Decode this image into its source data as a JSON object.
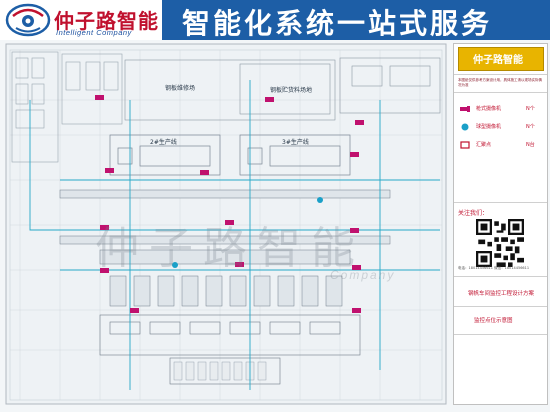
{
  "brand": {
    "name": "仲子路智能",
    "subtitle": "Intelligent Company",
    "banner": "智能化系统一站式服务",
    "primary_color": "#1d5ea6",
    "accent_color": "#c0112e"
  },
  "drawing": {
    "upper_area_labels": [
      "钢板维修场",
      "钢板贮货料场地"
    ],
    "line_labels": [
      "2#生产线",
      "3#生产线"
    ],
    "watermark": "仲子路智能",
    "watermark_sub": "Company"
  },
  "panel": {
    "logo_text": "仲子路智能",
    "note": "本图纸仅供参考方案设计用，具体施工请以现场实际情况为准",
    "legend": [
      {
        "icon": "bullet-camera-icon",
        "label": "枪式摄像机",
        "count": "N个",
        "color": "#c0116e"
      },
      {
        "icon": "dome-camera-icon",
        "label": "球型摄像机",
        "count": "N个",
        "color": "#1aa0c8"
      },
      {
        "icon": "nvr-icon",
        "label": "汇聚点",
        "count": "N台",
        "color": "#c0112e"
      }
    ],
    "contact_label": "关注我们：",
    "contact_line": "电话：18014456611  微信：18014456611",
    "project_title": "钢帆车间监控工程设计方案",
    "drawing_name": "监控点位示意图"
  }
}
